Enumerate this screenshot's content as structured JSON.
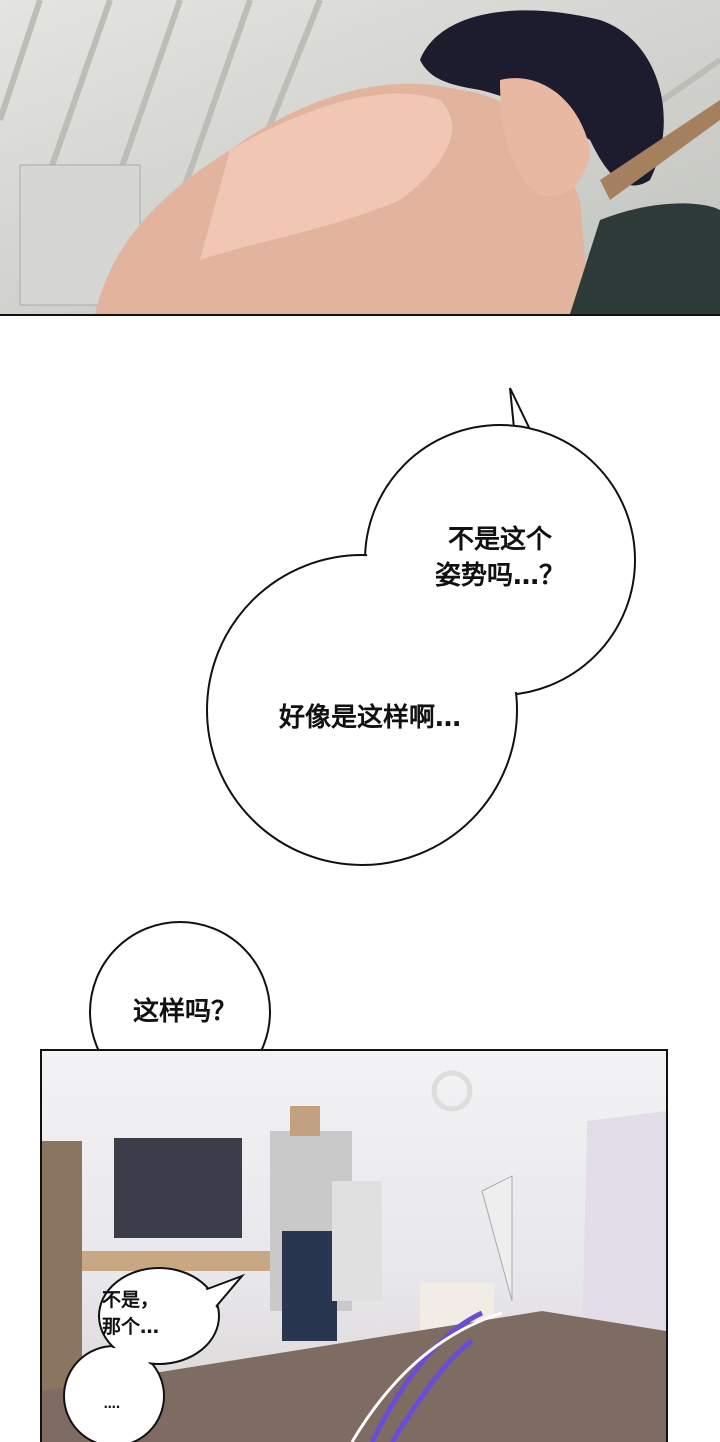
{
  "bubbles": {
    "b1": "不是这个\n姿势吗…？",
    "b2": "好像是这样啊…",
    "b3": "这样吗？",
    "b4": "不是，\n那个…",
    "b5": "…."
  }
}
